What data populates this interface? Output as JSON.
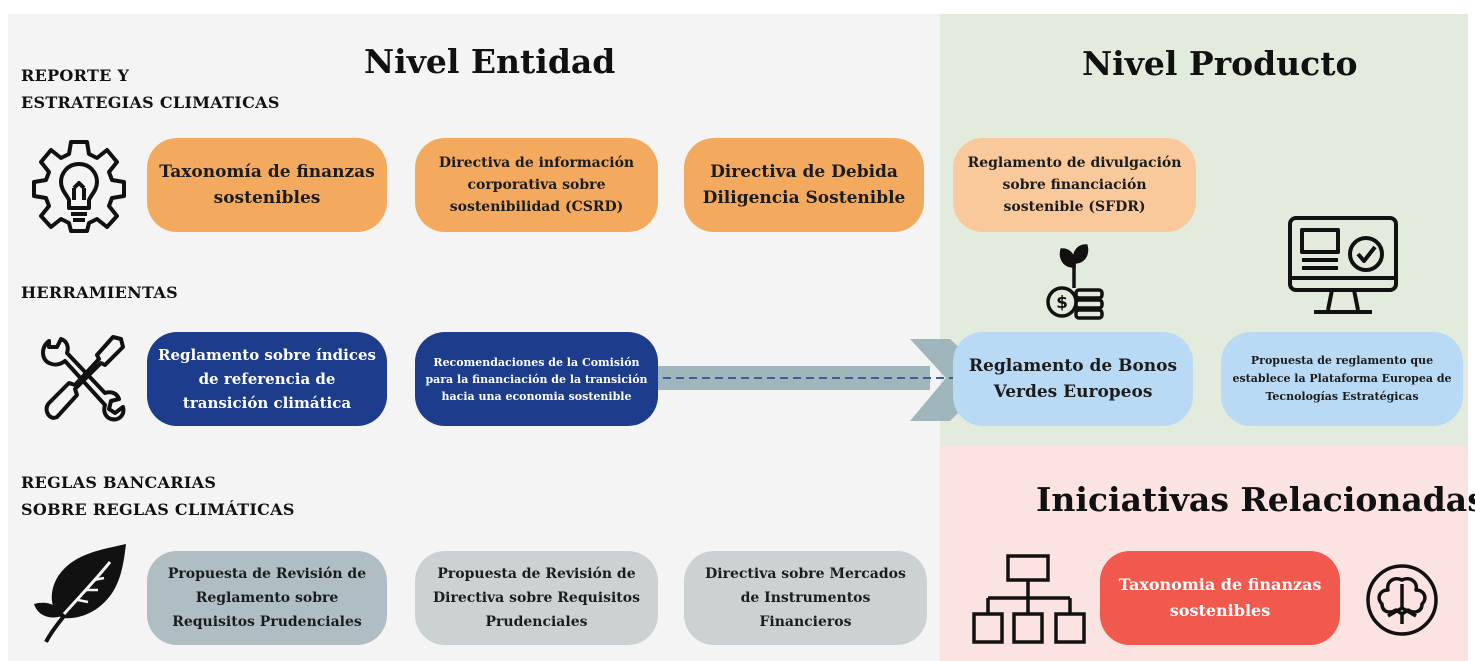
{
  "headings": {
    "entity": "Nivel Entidad",
    "product": "Nivel Producto",
    "related": "Iniciativas Relacionadas"
  },
  "sections": {
    "reporting_line1": "REPORTE Y",
    "reporting_line2": "ESTRATEGIAS CLIMATICAS",
    "tools": "HERRAMIENTAS",
    "banking_line1": "REGLAS BANCARIAS",
    "banking_line2": "SOBRE REGLAS CLIMÁTICAS"
  },
  "boxes": {
    "taxonomy": "Taxonomía de finanzas sostenibles",
    "csrd": "Directiva de información corporativa sobre sostenibilidad (CSRD)",
    "due_diligence": "Directiva de Debida Diligencia Sostenible",
    "sfdr": "Reglamento de divulgación sobre financiación sostenible (SFDR)",
    "benchmarks": "Reglamento sobre índices de referencia de transición climática",
    "recommendations": "Recomendaciones de la Comisión para la financiación  de la transición hacia una economia sostenible",
    "green_bonds": "Reglamento de Bonos Verdes Europeos",
    "platform": "Propuesta de reglamento que establece la Plataforma Europea de Tecnologías Estratégicas",
    "crr": "Propuesta de Revisión de Reglamento sobre Requisitos Prudenciales",
    "crd": "Propuesta de Revisión de Directiva sobre Requisitos Prudenciales",
    "mifid": "Directiva sobre Mercados de Instrumentos Financieros",
    "related_taxonomy": "Taxonomia de finanzas sostenibles"
  },
  "icons": {
    "reporting": "lightbulb-gear-icon",
    "tools": "wrench-screwdriver-icon",
    "banking": "leaf-icon",
    "coins": "coin-plant-icon",
    "monitor": "monitor-check-icon",
    "hierarchy": "org-chart-icon",
    "cotton": "cotton-flower-icon"
  },
  "colors": {
    "left_panel": "#f4f4f4",
    "product_panel": "#e3ebdc",
    "related_panel": "#fbe3e2",
    "orange": "#f4aa5e",
    "peach": "#f9c89b",
    "navy": "#1d3c8c",
    "light_blue": "#b9daf5",
    "steel": "#aebec3",
    "grey": "#ccd2d3",
    "red": "#f1584e",
    "arrow": "#9fb6bd"
  }
}
